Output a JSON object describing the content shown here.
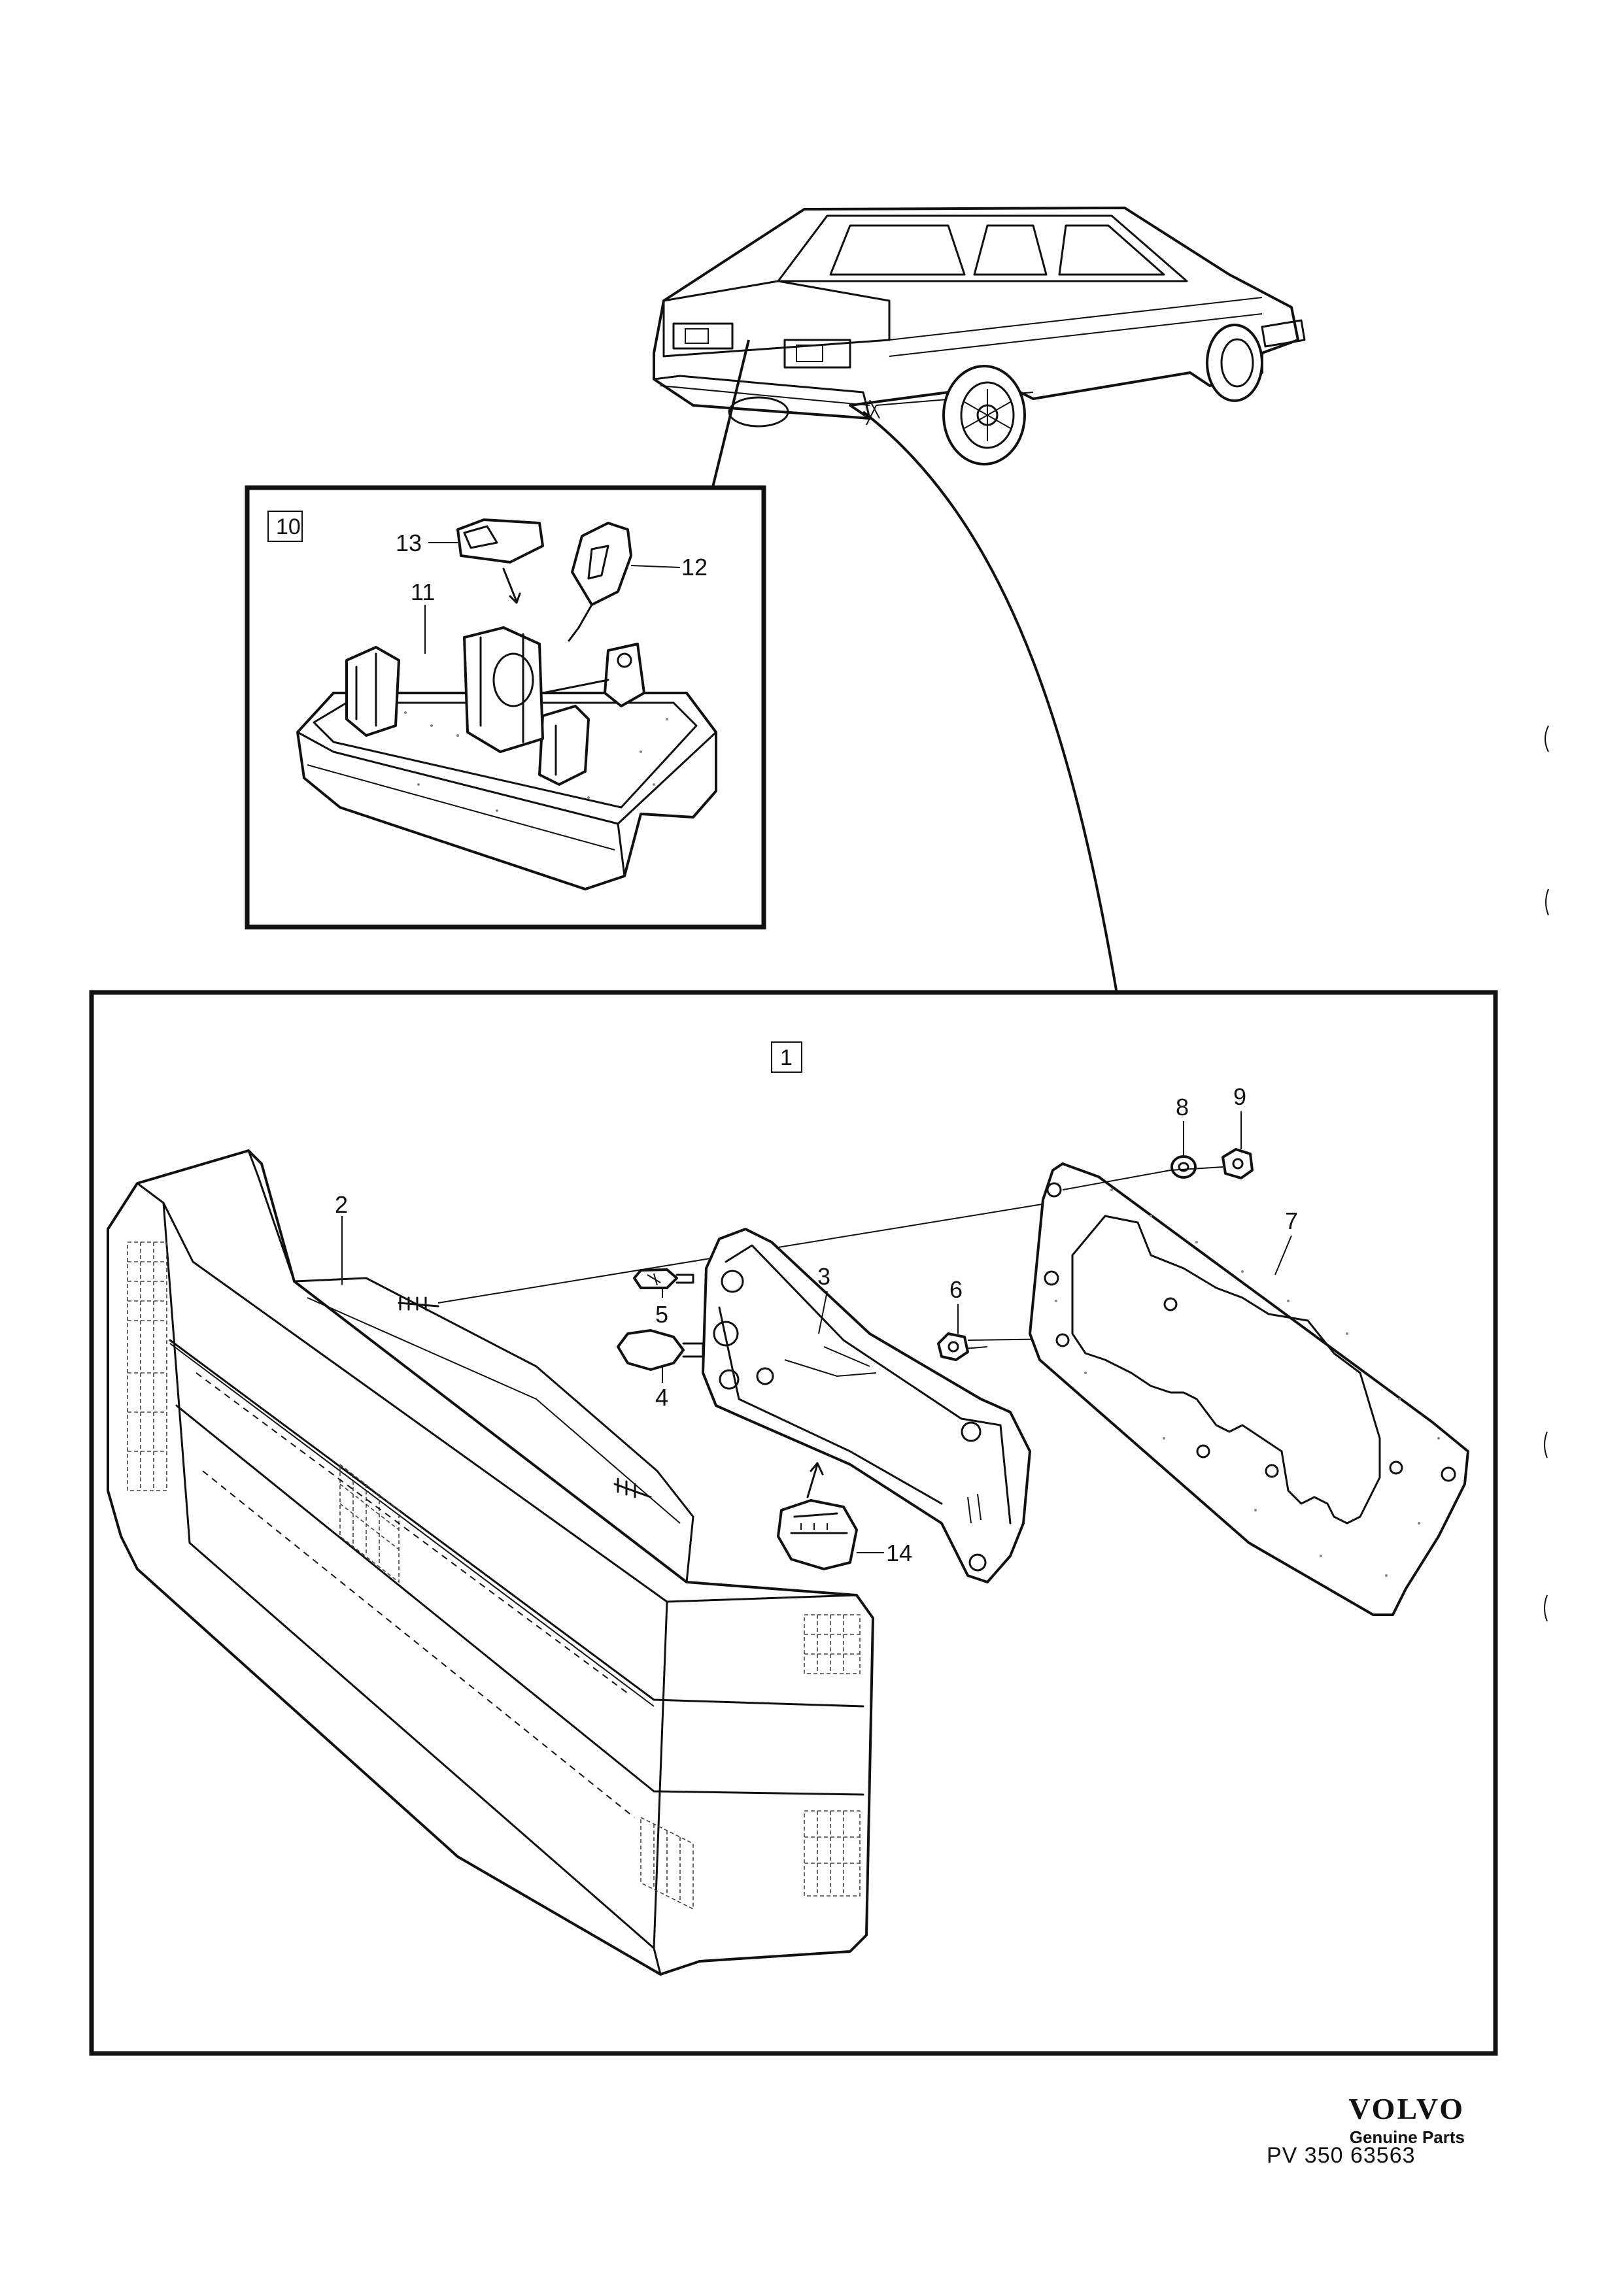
{
  "brand": {
    "logo_text": "VOLVO",
    "subtitle": "Genuine Parts",
    "reference_code": "PV 350 63563"
  },
  "groups": [
    {
      "id": "group-10",
      "number": "10"
    },
    {
      "id": "group-1",
      "number": "1"
    }
  ],
  "callouts": {
    "c2": "2",
    "c3": "3",
    "c4": "4",
    "c5": "5",
    "c6": "6",
    "c7": "7",
    "c8": "8",
    "c9": "9",
    "c11": "11",
    "c12": "12",
    "c13": "13",
    "c14": "14"
  },
  "colors": {
    "ink": "#111111",
    "paper": "#ffffff",
    "stipple": "#888888"
  }
}
